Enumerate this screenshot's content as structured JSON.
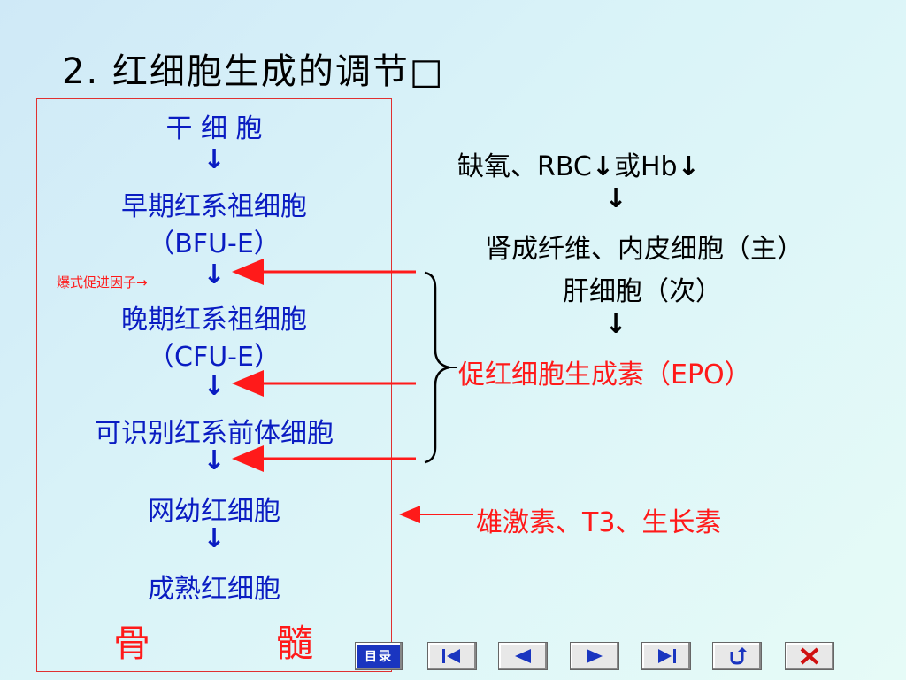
{
  "title": "2. 红细胞生成的调节□",
  "left_flow": {
    "stem_cell": "干 细 胞",
    "early_progenitor": "早期红系祖细胞",
    "bfu_e": "（BFU-E）",
    "burst_factor": "爆式促进因子→",
    "late_progenitor": "晚期红系祖细胞",
    "cfu_e": "（CFU-E）",
    "precursor": "可识别红系前体细胞",
    "reticulocyte": "网幼红细胞",
    "mature_rbc": "成熟红细胞",
    "bone_marrow_1": "骨",
    "bone_marrow_2": "髓",
    "arrow": "↓"
  },
  "right_flow": {
    "trigger_1": "缺氧、RBC",
    "trigger_2": "或Hb",
    "kidney": "肾成纤维、内皮细胞（主）",
    "liver": "肝细胞（次）",
    "epo": "促红细胞生成素（EPO）",
    "hormones": "雄激素、T3、生长素",
    "arrow": "↓"
  },
  "nav": {
    "menu_label": "目录",
    "buttons": [
      "first",
      "previous",
      "next",
      "last",
      "return",
      "exit"
    ]
  },
  "colors": {
    "blue_text": "#0a1cc2",
    "red_text": "#ff1a1a",
    "nav_blue": "#1a35c0"
  }
}
